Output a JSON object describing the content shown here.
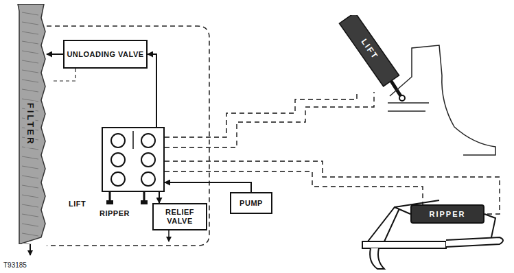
{
  "diagram": {
    "nodes": [
      {
        "text": [
          "FILTER"
        ]
      },
      {
        "text": [
          "UNLOADING VALVE"
        ]
      },
      {
        "text": [
          "LIFT",
          "RIPPER"
        ]
      },
      {
        "text": [
          "RELIEF VALVE"
        ]
      },
      {
        "text": [
          "PUMP"
        ]
      },
      {
        "text": [
          "LIFT"
        ]
      },
      {
        "text": [
          "RIPPER"
        ]
      }
    ],
    "edges": [
      {
        "from": 1,
        "to": 0,
        "arrow": "to"
      },
      {
        "from": 2,
        "to": 1,
        "arrow": "to"
      },
      {
        "from": 4,
        "to": 2,
        "arrow": "to"
      },
      {
        "from": 2,
        "to": 3,
        "arrow": "to"
      },
      {
        "from": 2,
        "to": 5,
        "arrow": "none"
      },
      {
        "from": 2,
        "to": 5,
        "arrow": "none"
      },
      {
        "from": 2,
        "to": 6,
        "arrow": "none"
      },
      {
        "from": 2,
        "to": 6,
        "arrow": "none"
      }
    ],
    "labels": [
      "T93185"
    ]
  }
}
